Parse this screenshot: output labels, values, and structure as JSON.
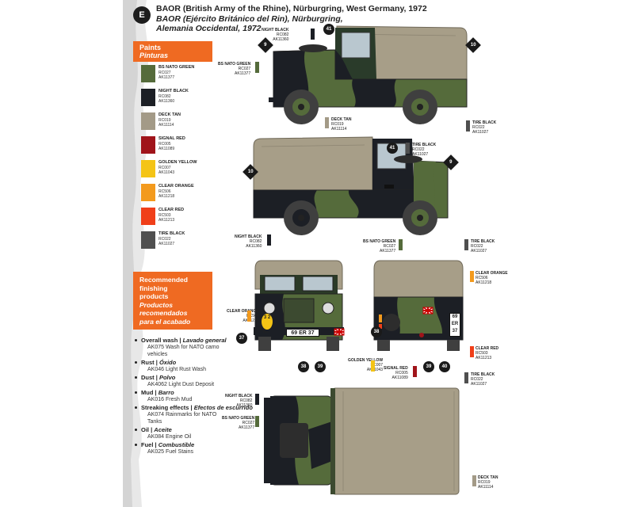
{
  "header": {
    "badge": "E",
    "title_en": "BAOR (British Army of the Rhine), Nürburgring, West Germany, 1972",
    "title_es_1": "BAOR (Ejército Británico del Rin), Nürburgring,",
    "title_es_2": "Alemania Occidental, 1972"
  },
  "paints_box": {
    "en": "Paints",
    "es": "Pinturas"
  },
  "paints": [
    {
      "name": "BS NATO GREEN",
      "code1": "RC027",
      "code2": "AK11377",
      "color": "#556b3b"
    },
    {
      "name": "NIGHT BLACK",
      "code1": "RC082",
      "code2": "AK11360",
      "color": "#1c1f25"
    },
    {
      "name": "DECK TAN",
      "code1": "RC019",
      "code2": "AK11114",
      "color": "#a39a87"
    },
    {
      "name": "SIGNAL RED",
      "code1": "RC005",
      "code2": "AK11089",
      "color": "#a0141a"
    },
    {
      "name": "GOLDEN YELLOW",
      "code1": "RC007",
      "code2": "AK11043",
      "color": "#f4c416"
    },
    {
      "name": "CLEAR ORANGE",
      "code1": "RC506",
      "code2": "AK11218",
      "color": "#f39a1d"
    },
    {
      "name": "CLEAR RED",
      "code1": "RC503",
      "code2": "AK11213",
      "color": "#f03f19"
    },
    {
      "name": "TIRE BLACK",
      "code1": "RC022",
      "code2": "AK11027",
      "color": "#4f4f4f"
    }
  ],
  "finishing_box": {
    "en_1": "Recommended",
    "en_2": "finishing",
    "en_3": "products",
    "es_1": "Productos",
    "es_2": "recomendados",
    "es_3": "para el acabado"
  },
  "finishing": [
    {
      "en": "Overall wash",
      "es": "Lavado general",
      "products": [
        "AK075 Wash for NATO camo",
        "vehicles"
      ]
    },
    {
      "en": "Rust",
      "es": "Óxido",
      "products": [
        "AK046 Light Rust Wash"
      ]
    },
    {
      "en": "Dust",
      "es": "Polvo",
      "products": [
        "AK4062 Light Dust Deposit"
      ]
    },
    {
      "en": "Mud",
      "es": "Barro",
      "products": [
        "AK016 Fresh Mud"
      ]
    },
    {
      "en": "Streaking effects",
      "es": "Efectos de escurrido",
      "products": [
        "AK074 Rainmarks for NATO",
        "Tanks"
      ]
    },
    {
      "en": "Oil",
      "es": "Aceite",
      "products": [
        "AK084 Engine Oil"
      ]
    },
    {
      "en": "Fuel",
      "es": "Combustible",
      "products": [
        "AK025 Fuel Stains"
      ]
    }
  ],
  "plates": {
    "front": "69 ER 37",
    "rear_1": "69",
    "rear_2": "ER",
    "rear_3": "37",
    "front_sign": "3 2",
    "front_small": "6/2"
  },
  "callouts": {
    "side1_nightblack": {
      "name": "NIGHT BLACK",
      "c1": "RC082",
      "c2": "AK11360"
    },
    "side1_nato": {
      "name": "BS NATO GREEN",
      "c1": "RC027",
      "c2": "AK11377"
    },
    "side1_decktan": {
      "name": "DECK TAN",
      "c1": "RC019",
      "c2": "AK11114"
    },
    "side1_tire": {
      "name": "TIRE BLACK",
      "c1": "RC022",
      "c2": "AK11027"
    },
    "side2_tire": {
      "name": "TIRE BLACK",
      "c1": "RC022",
      "c2": "AK11027"
    },
    "side2_nightblack": {
      "name": "NIGHT BLACK",
      "c1": "RC082",
      "c2": "AK11360"
    },
    "side2_nato": {
      "name": "BS NATO GREEN",
      "c1": "RC027",
      "c2": "AK11377"
    },
    "side2_tire2": {
      "name": "TIRE BLACK",
      "c1": "RC022",
      "c2": "AK11027"
    },
    "front_orange": {
      "name": "CLEAR ORANGE",
      "c1": "RC506",
      "c2": "AK11218"
    },
    "rear_orange": {
      "name": "CLEAR ORANGE",
      "c1": "RC506",
      "c2": "AK11218"
    },
    "rear_red": {
      "name": "CLEAR RED",
      "c1": "RC503",
      "c2": "AK11213"
    },
    "rear_tire": {
      "name": "TIRE BLACK",
      "c1": "RC022",
      "c2": "AK11027"
    },
    "golden": {
      "name": "GOLDEN YELLOW",
      "c1": "RC007",
      "c2": "AK11043"
    },
    "signal": {
      "name": "SIGNAL RED",
      "c1": "RC005",
      "c2": "AK11089"
    },
    "top_nightblack": {
      "name": "NIGHT BLACK",
      "c1": "RC082",
      "c2": "AK11360"
    },
    "top_nato": {
      "name": "BS NATO GREEN",
      "c1": "RC027",
      "c2": "AK11377"
    },
    "top_decktan": {
      "name": "DECK TAN",
      "c1": "RC019",
      "c2": "AK11114"
    }
  },
  "markers": [
    "9",
    "41",
    "10",
    "41",
    "9",
    "10",
    "38",
    "39",
    "37",
    "38",
    "39",
    "40"
  ],
  "colors": {
    "accent": "#ef6a22",
    "nato_green": "#556b3b",
    "night_black": "#1c1f25",
    "deck_tan": "#a39a87"
  }
}
